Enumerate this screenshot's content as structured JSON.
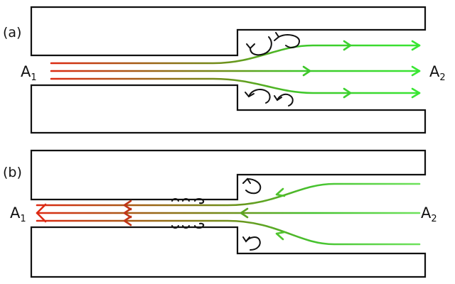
{
  "diagram": {
    "panels": [
      {
        "label": "(a)",
        "inlet": {
          "letter": "A",
          "subscript": "1"
        },
        "outlet": {
          "letter": "A",
          "subscript": "2"
        }
      },
      {
        "label": "(b)",
        "inlet": {
          "letter": "A",
          "subscript": "1"
        },
        "outlet": {
          "letter": "A",
          "subscript": "2"
        }
      }
    ],
    "colors": {
      "narrow_end": "#dd2a14",
      "wide_end": "#39e633",
      "walls": "#111111"
    }
  }
}
